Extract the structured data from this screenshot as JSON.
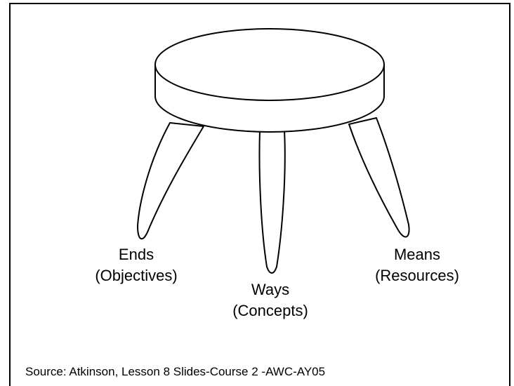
{
  "diagram": {
    "legs": [
      {
        "name": "Ends",
        "detail": "(Objectives)"
      },
      {
        "name": "Ways",
        "detail": "(Concepts)"
      },
      {
        "name": "Means",
        "detail": "(Resources)"
      }
    ],
    "source": "Source: Atkinson, Lesson 8 Slides-Course 2 -AWC-AY05"
  }
}
